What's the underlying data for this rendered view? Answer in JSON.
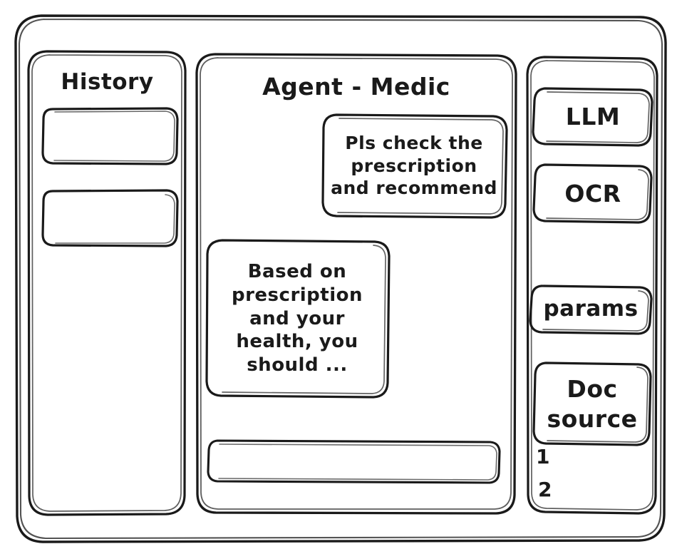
{
  "window": {
    "name": "agent-wireframe-window"
  },
  "sidebar": {
    "title": "History",
    "items": [
      {
        "label": ""
      },
      {
        "label": ""
      }
    ]
  },
  "chat": {
    "title": "Agent - Medic",
    "messages": [
      {
        "role": "user",
        "lines": [
          "Pls check the",
          "prescription",
          "and recommend"
        ],
        "text": "Pls check the prescription and recommend"
      },
      {
        "role": "assistant",
        "lines": [
          "Based on",
          "prescription",
          "and your",
          "health, you",
          "should ..."
        ],
        "text": "Based on prescription and your health, you should ..."
      }
    ],
    "composer": {
      "value": "",
      "placeholder": ""
    }
  },
  "tools": {
    "buttons": [
      {
        "label": "LLM"
      },
      {
        "label": "OCR"
      },
      {
        "label": "params"
      }
    ],
    "doc_source": {
      "lines": [
        "Doc",
        "source"
      ],
      "label": "Doc source",
      "items": [
        {
          "label": "1"
        },
        {
          "label": "2"
        }
      ]
    }
  },
  "colors": {
    "stroke": "#1a1a1a",
    "background": "#ffffff"
  }
}
